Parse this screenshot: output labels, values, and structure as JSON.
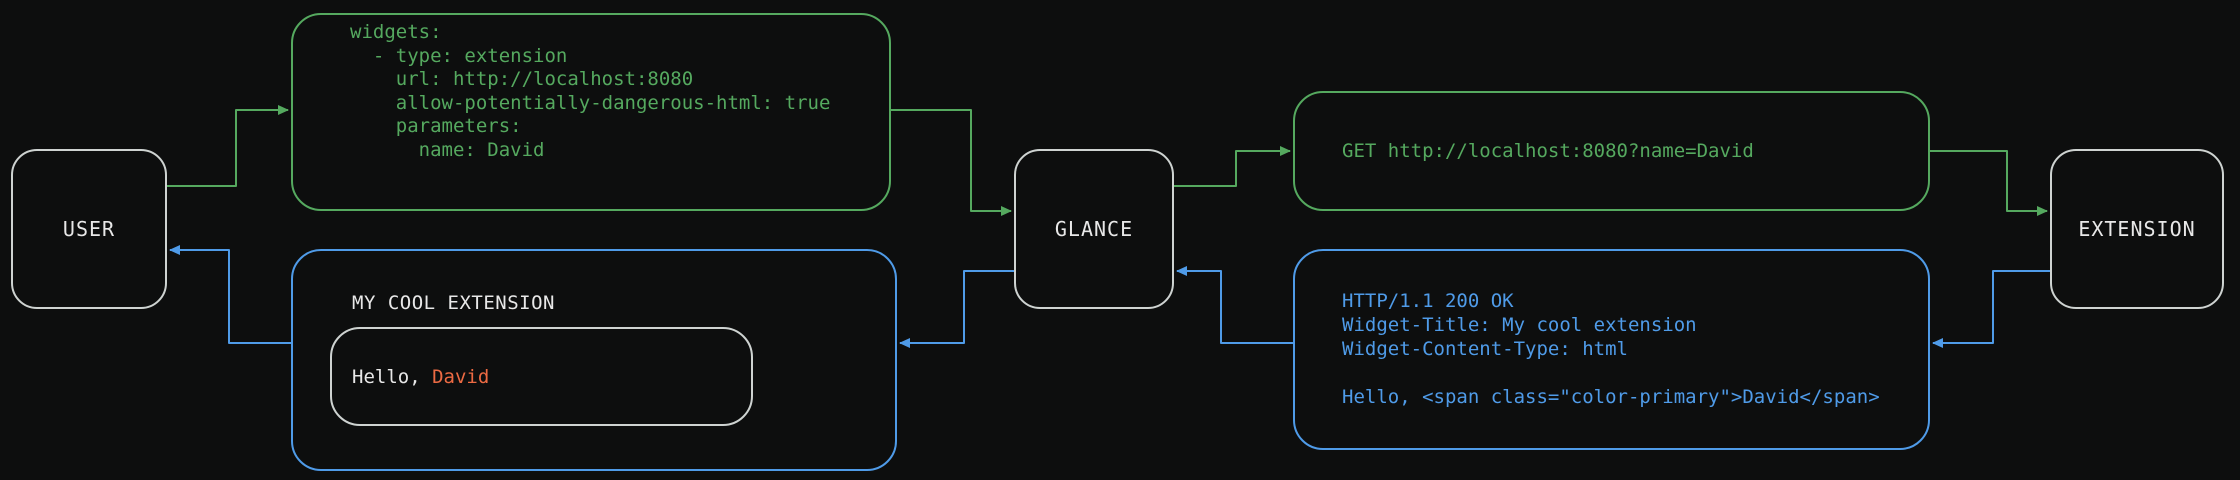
{
  "colors": {
    "background": "#0d0e0e",
    "foreground": "#e8e8e8",
    "muted_border": "#ced3d1",
    "green": "#55a95f",
    "blue": "#4f9be8",
    "accent": "#ec6a43"
  },
  "nodes": {
    "user": {
      "label": "USER"
    },
    "glance": {
      "label": "GLANCE"
    },
    "extension": {
      "label": "EXTENSION"
    }
  },
  "config_box": {
    "lines": [
      "widgets:",
      "  - type: extension",
      "    url: http://localhost:8080",
      "    allow-potentially-dangerous-html: true",
      "    parameters:",
      "      name: David"
    ]
  },
  "request_box": {
    "text": "GET http://localhost:8080?name=David"
  },
  "response_box": {
    "lines": [
      "HTTP/1.1 200 OK",
      "Widget-Title: My cool extension",
      "Widget-Content-Type: html",
      "",
      "Hello, <span class=\"color-primary\">David</span>"
    ]
  },
  "widget_preview": {
    "title": "MY COOL EXTENSION",
    "greeting_prefix": "Hello, ",
    "greeting_name": "David"
  }
}
